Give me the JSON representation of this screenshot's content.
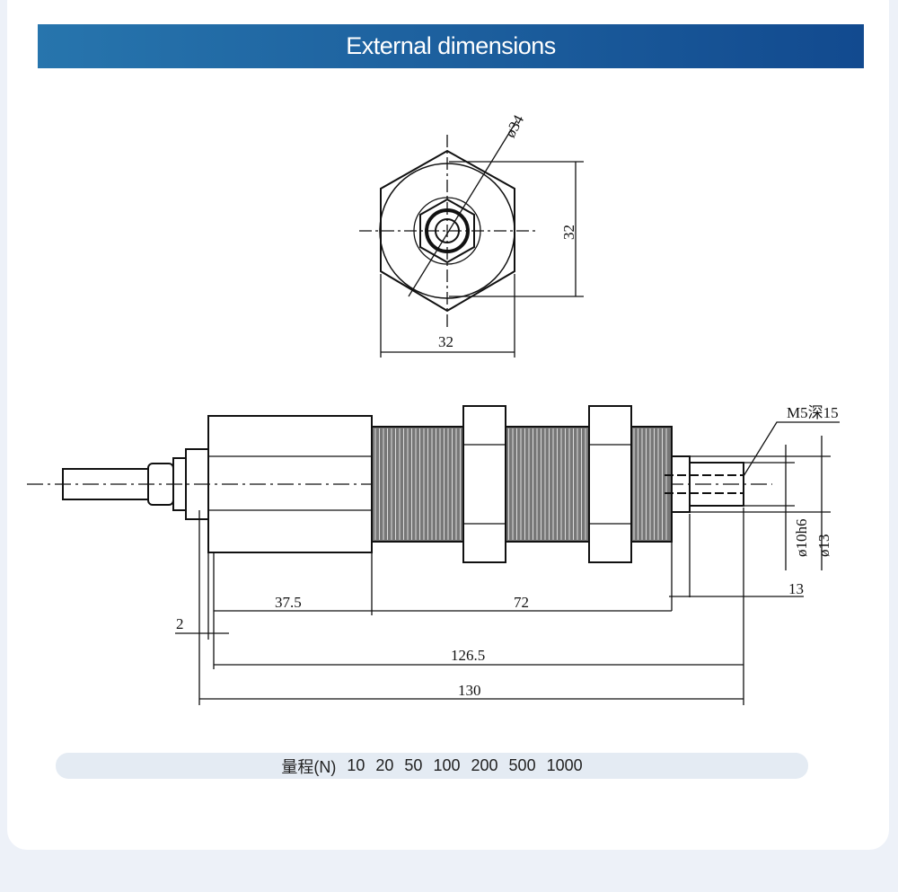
{
  "header": {
    "title": "External dimensions"
  },
  "drawing": {
    "top_view": {
      "diameter": "ø34",
      "height": "32",
      "width": "32"
    },
    "side_view": {
      "thread_note": "M5深15",
      "shaft_diameter": "ø10h6",
      "collar_diameter": "ø13",
      "shaft_length": "13",
      "body_length": "37.5",
      "thread_length": "72",
      "flange": "2",
      "length_inner": "126.5",
      "length_total": "130"
    }
  },
  "range": {
    "label": "量程(N)",
    "values": [
      "10",
      "20",
      "50",
      "100",
      "200",
      "500",
      "1000"
    ]
  }
}
